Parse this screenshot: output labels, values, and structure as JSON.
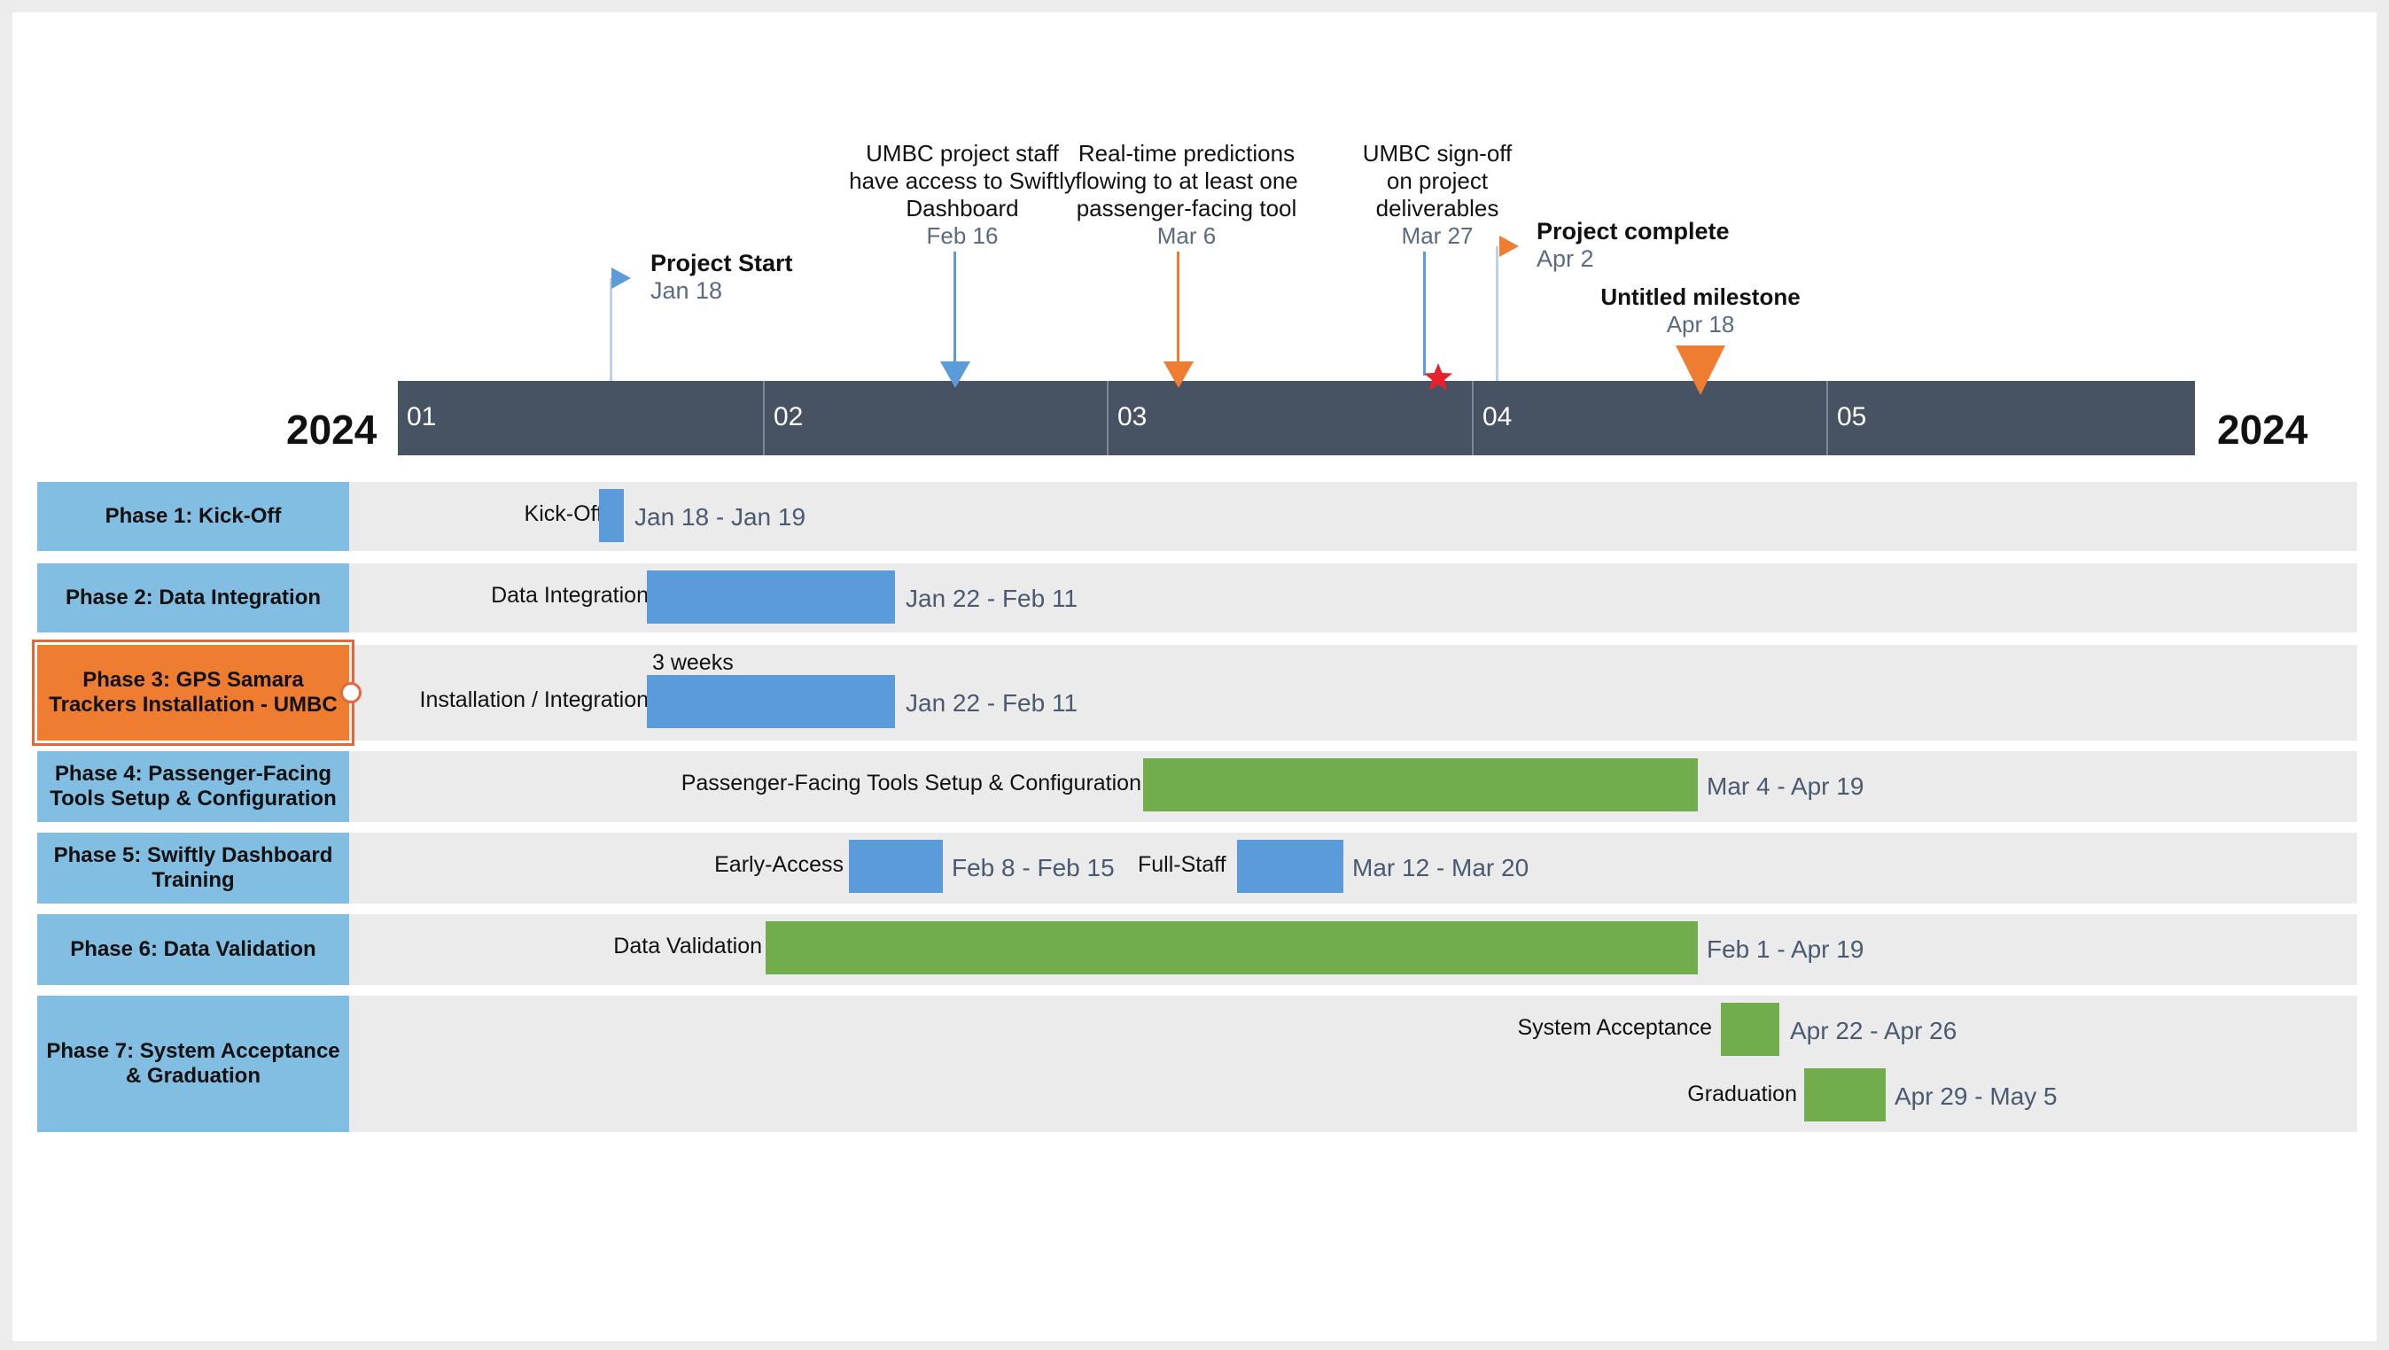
{
  "years": {
    "left": "2024",
    "right": "2024"
  },
  "months": [
    "01",
    "02",
    "03",
    "04",
    "05"
  ],
  "milestones": [
    {
      "title": "Project Start",
      "date": "Jan 18",
      "marker": "blue-flag-icon",
      "color": "#5b9bd9"
    },
    {
      "title": "UMBC project staff have access to Swiftly Dashboard",
      "date": "Feb 16",
      "marker": "blue-triangle-icon",
      "color": "#5b9bd9"
    },
    {
      "title": "Real-time predictions flowing to at least one passenger-facing tool",
      "date": "Mar 6",
      "marker": "orange-triangle-icon",
      "color": "#ef7d31"
    },
    {
      "title": "UMBC sign-off on project deliverables",
      "date": "Mar 27",
      "marker": "red-star-icon",
      "color": "#e8212a"
    },
    {
      "title": "Project complete",
      "date": "Apr 2",
      "marker": "orange-flag-icon",
      "color": "#ef7d31"
    },
    {
      "title": "Untitled milestone",
      "date": "Apr 18",
      "marker": "orange-triangle-icon",
      "color": "#ef7d31"
    }
  ],
  "phases": [
    {
      "name": "Phase 1: Kick-Off"
    },
    {
      "name": "Phase 2: Data Integration"
    },
    {
      "name": "Phase 3: GPS Samara Trackers Installation - UMBC"
    },
    {
      "name": "Phase 4: Passenger-Facing Tools Setup & Configuration"
    },
    {
      "name": "Phase 5: Swiftly Dashboard Training"
    },
    {
      "name": "Phase 6: Data Validation"
    },
    {
      "name": "Phase 7: System Acceptance & Graduation"
    }
  ],
  "tasks": [
    {
      "label": "Kick-Off",
      "dates": "Jan 18 - Jan 19",
      "color": "#5b9bd9"
    },
    {
      "label": "Data Integration",
      "dates": "Jan 22 - Feb 11",
      "color": "#5b9bd9"
    },
    {
      "label": "Installation / Integration",
      "dates": "Jan 22 - Feb 11",
      "duration": "3 weeks",
      "color": "#5b9bd9"
    },
    {
      "label": "Passenger-Facing Tools Setup & Configuration",
      "dates": "Mar 4 - Apr 19",
      "color": "#72ad4d"
    },
    {
      "label": "Early-Access",
      "dates": "Feb 8 - Feb 15",
      "color": "#5b9bd9"
    },
    {
      "label": "Full-Staff",
      "dates": "Mar 12 - Mar 20",
      "color": "#5b9bd9"
    },
    {
      "label": "Data Validation",
      "dates": "Feb 1 - Apr 19",
      "color": "#72ad4d"
    },
    {
      "label": "System Acceptance",
      "dates": "Apr 22 - Apr 26",
      "color": "#72ad4d"
    },
    {
      "label": "Graduation",
      "dates": "Apr 29 - May 5",
      "color": "#72ad4d"
    }
  ]
}
